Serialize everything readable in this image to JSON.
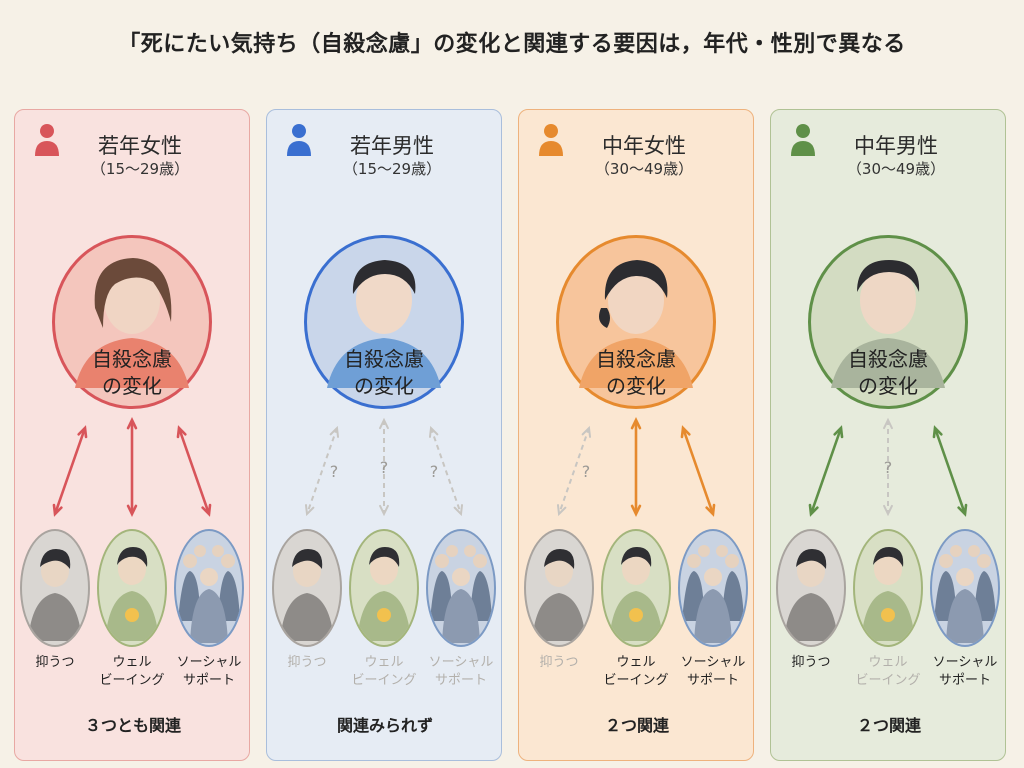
{
  "title": "「死にたい気持ち（自殺念慮」の変化と関連する要因は，年代・性別で異なる",
  "center_label_line1": "自殺念慮",
  "center_label_line2": "の変化",
  "unknown_mark": "?",
  "factor_labels": {
    "depression": "抑うつ",
    "wellbeing_line1": "ウェル",
    "wellbeing_line2": "ビーイング",
    "support_line1": "ソーシャル",
    "support_line2": "サポート"
  },
  "colors": {
    "young_female": "#d8555a",
    "young_male": "#3a6fd0",
    "middle_female": "#e68a2e",
    "middle_male": "#5f9048",
    "unknown_arrow": "#c8c6c2"
  },
  "groups": [
    {
      "name": "若年女性",
      "age": "（15～29歳）",
      "icon": "person-icon",
      "summary": "３つとも関連",
      "links": {
        "depression": "related",
        "wellbeing": "related",
        "support": "related"
      }
    },
    {
      "name": "若年男性",
      "age": "（15～29歳）",
      "icon": "person-icon",
      "summary": "関連みられず",
      "links": {
        "depression": "unknown",
        "wellbeing": "unknown",
        "support": "unknown"
      }
    },
    {
      "name": "中年女性",
      "age": "（30～49歳）",
      "icon": "person-icon",
      "summary": "２つ関連",
      "links": {
        "depression": "unknown",
        "wellbeing": "related",
        "support": "related"
      }
    },
    {
      "name": "中年男性",
      "age": "（30～49歳）",
      "icon": "person-icon",
      "summary": "２つ関連",
      "links": {
        "depression": "related",
        "wellbeing": "unknown",
        "support": "related"
      }
    }
  ]
}
